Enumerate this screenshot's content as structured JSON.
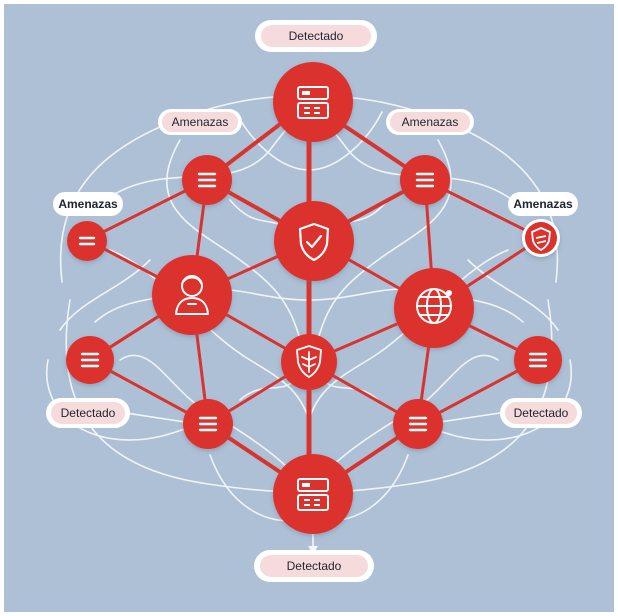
{
  "colors": {
    "background": "#ffffff",
    "panel": "#adc0d5",
    "accent": "#dc312e",
    "link": "#d8342f",
    "curve": "#f4f7fb",
    "label_fill": "#f6dbdd",
    "label_border": "#ffffff",
    "label_text": "#1f2430"
  },
  "labels": {
    "top": "Detectado",
    "upper_left": "Amenazas",
    "upper_right": "Amenazas",
    "mid_left": "Amenazas",
    "mid_right": "Amenazas",
    "lower_left": "Detectado",
    "lower_right": "Detectado",
    "bottom": "Detectado"
  },
  "nodes": {
    "top": {
      "icon": "server-calculator-icon"
    },
    "upper_left": {
      "icon": "menu-icon"
    },
    "upper_right": {
      "icon": "menu-icon"
    },
    "far_left_top": {
      "icon": "menu-icon"
    },
    "far_right_top": {
      "icon": "shield-badge-icon"
    },
    "center_top": {
      "icon": "shield-check-icon"
    },
    "user": {
      "icon": "user-icon"
    },
    "globe": {
      "icon": "globe-icon"
    },
    "center_bottom": {
      "icon": "shield-tree-icon"
    },
    "far_left_bottom": {
      "icon": "menu-icon"
    },
    "far_right_bottom": {
      "icon": "menu-icon"
    },
    "lower_left": {
      "icon": "menu-icon"
    },
    "lower_right": {
      "icon": "menu-icon"
    },
    "bottom": {
      "icon": "server-calculator-icon"
    }
  }
}
